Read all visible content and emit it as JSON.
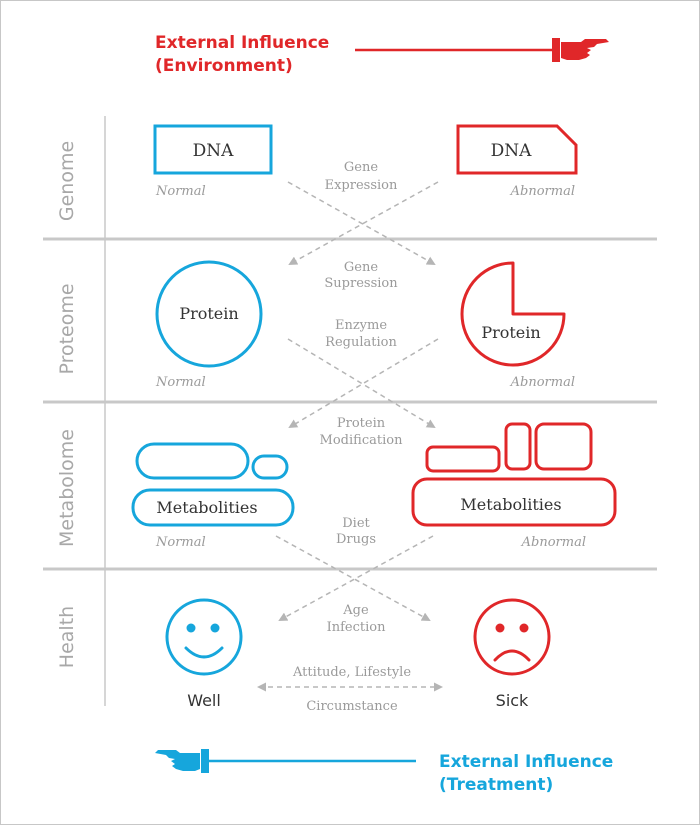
{
  "colors": {
    "normal": "#16a6dc",
    "abnormal": "#e02729",
    "grid": "#c8c8c8",
    "arrow": "#b5b5b5",
    "text_gray": "#9a9a9a",
    "row_label": "#a8a8a8",
    "dark_text": "#333333"
  },
  "environment": {
    "line1": "External Influence",
    "line2": "(Environment)"
  },
  "treatment": {
    "line1": "External Influence",
    "line2": "(Treatment)"
  },
  "rows": {
    "genome": "Genome",
    "proteome": "Proteome",
    "metabolome": "Metabolome",
    "health": "Health"
  },
  "genome": {
    "normal_box": "DNA",
    "abnormal_box": "DNA",
    "normal_caption": "Normal",
    "abnormal_caption": "Abnormal",
    "mid_line1": "Gene",
    "mid_line2": "Expression"
  },
  "proteome": {
    "normal_label": "Protein",
    "abnormal_label": "Protein",
    "normal_caption": "Normal",
    "abnormal_caption": "Abnormal",
    "top_line1": "Gene",
    "top_line2": "Supression",
    "mid_line1": "Enzyme",
    "mid_line2": "Regulation"
  },
  "metabolome": {
    "normal_label": "Metabolities",
    "abnormal_label": "Metabolities",
    "normal_caption": "Normal",
    "abnormal_caption": "Abnormal",
    "top_line1": "Protein",
    "top_line2": "Modification",
    "mid_line1": "Diet",
    "mid_line2": "Drugs"
  },
  "health": {
    "top_line1": "Age",
    "top_line2": "Infection",
    "well_label": "Well",
    "sick_label": "Sick",
    "between_top": "Attitude, Lifestyle",
    "between_bottom": "Circumstance"
  }
}
